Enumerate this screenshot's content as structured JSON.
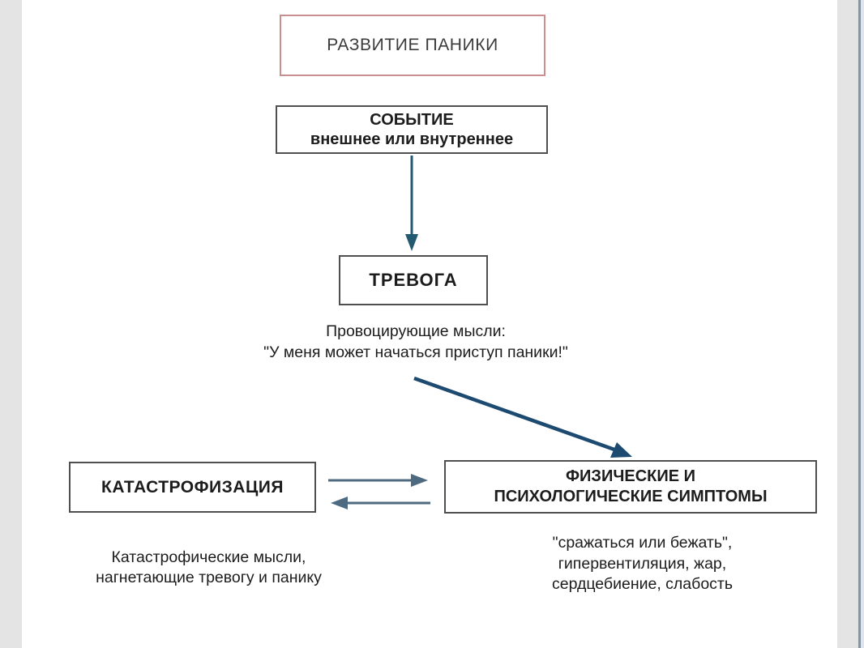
{
  "page": {
    "background_color": "#ffffff",
    "side_strip_color": "#e4e4e4",
    "scrollbar_line_color": "#8096a8"
  },
  "diagram": {
    "title_box": {
      "label": "РАЗВИТИЕ ПАНИКИ",
      "border_color": "#c98f8f"
    },
    "event_box": {
      "line1": "СОБЫТИЕ",
      "line2": "внешнее или внутреннее"
    },
    "anxiety_box": {
      "label": "ТРЕВОГА"
    },
    "provoking_text": {
      "line1": "Провоцирующие мысли:",
      "line2": "\"У меня может начаться приступ паники!\""
    },
    "catastrophizing_box": {
      "label": "КАТАСТРОФИЗАЦИЯ"
    },
    "symptoms_box": {
      "line1": "ФИЗИЧЕСКИЕ И",
      "line2": "ПСИХОЛОГИЧЕСКИЕ СИМПТОМЫ"
    },
    "catastrophizing_caption": {
      "line1": "Катастрофические мысли,",
      "line2": "нагнетающие тревогу и панику"
    },
    "symptoms_caption": {
      "line1": "\"сражаться или бежать\",",
      "line2": "гипервентиляция, жар,",
      "line3": "сердцебиение, слабость"
    },
    "colors": {
      "box_border": "#4f4f4f",
      "text": "#1c1c1c",
      "arrow_vertical": "#235a71",
      "arrow_diagonal": "#1d4a70",
      "arrow_double": "#4d6a80"
    }
  }
}
